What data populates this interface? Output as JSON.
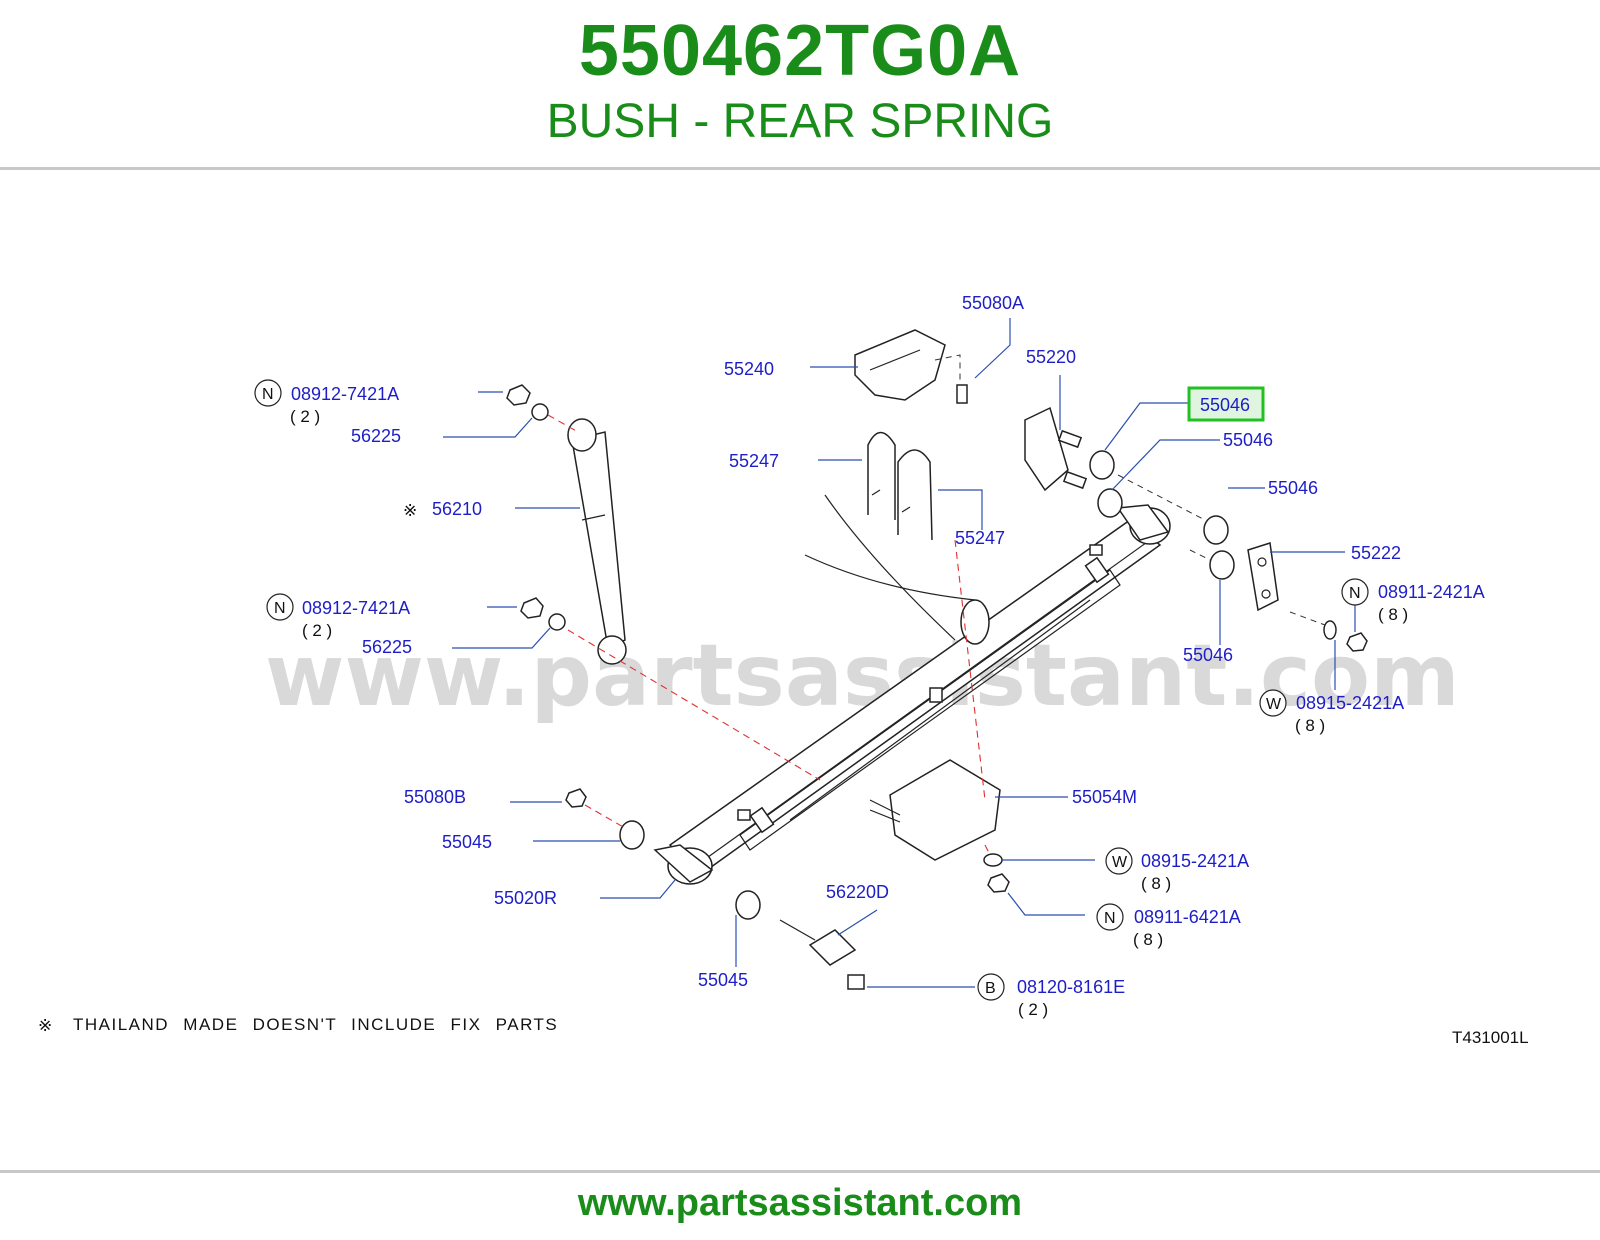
{
  "header": {
    "part_number": "550462TG0A",
    "description": "BUSH - REAR SPRING"
  },
  "footer": {
    "url": "www.partsassistant.com"
  },
  "diagram": {
    "watermark": "www.partsassistant.com",
    "note_symbol": "※",
    "note": "THAILAND MADE DOESN'T INCLUDE FIX PARTS",
    "code": "T431001L",
    "highlight_color": "#22c022",
    "labels": {
      "l_55080A": "55080A",
      "l_55240": "55240",
      "l_55220": "55220",
      "l_55046_hl": "55046",
      "l_55046_a": "55046",
      "l_55046_b": "55046",
      "l_55046_c": "55046",
      "l_55247_a": "55247",
      "l_55247_b": "55247",
      "l_55222": "55222",
      "l_08912_a": "08912-7421A",
      "l_08912_b": "08912-7421A",
      "l_56225_a": "56225",
      "l_56225_b": "56225",
      "l_56210": "56210",
      "l_08911_2421": "08911-2421A",
      "l_08915_a": "08915-2421A",
      "l_08915_b": "08915-2421A",
      "l_55054M": "55054M",
      "l_55080B": "55080B",
      "l_55045_a": "55045",
      "l_55045_b": "55045",
      "l_55020R": "55020R",
      "l_56220D": "56220D",
      "l_08911_6421": "08911-6421A",
      "l_08120": "08120-8161E"
    },
    "prefixes": {
      "n": "N",
      "w": "W",
      "b": "B",
      "star": "※"
    },
    "quantities": {
      "q2": "( 2 )",
      "q8": "( 8 )"
    }
  }
}
